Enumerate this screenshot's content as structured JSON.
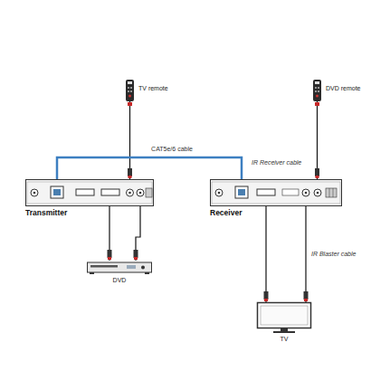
{
  "diagram": {
    "nodes": [
      {
        "text": [
          "TV remote"
        ]
      },
      {
        "text": [
          "DVD remote"
        ]
      },
      {
        "text": [
          "Transmitter"
        ]
      },
      {
        "text": [
          "Receiver"
        ]
      },
      {
        "text": [
          "DVD"
        ]
      },
      {
        "text": [
          "TV"
        ]
      }
    ],
    "edges": [
      {
        "from": 0,
        "to": 2,
        "arrow": "none"
      },
      {
        "from": 2,
        "to": 3,
        "label": "CAT5e/6 cable",
        "arrow": "none"
      },
      {
        "from": 1,
        "to": 3,
        "label": "IR Receiver cable",
        "arrow": "none"
      },
      {
        "from": 2,
        "to": 4,
        "arrow": "none"
      },
      {
        "from": 2,
        "to": 4,
        "arrow": "none"
      },
      {
        "from": 3,
        "to": 5,
        "arrow": "none"
      },
      {
        "from": 3,
        "to": 5,
        "label": "IR Blaster cable",
        "arrow": "none"
      }
    ]
  }
}
